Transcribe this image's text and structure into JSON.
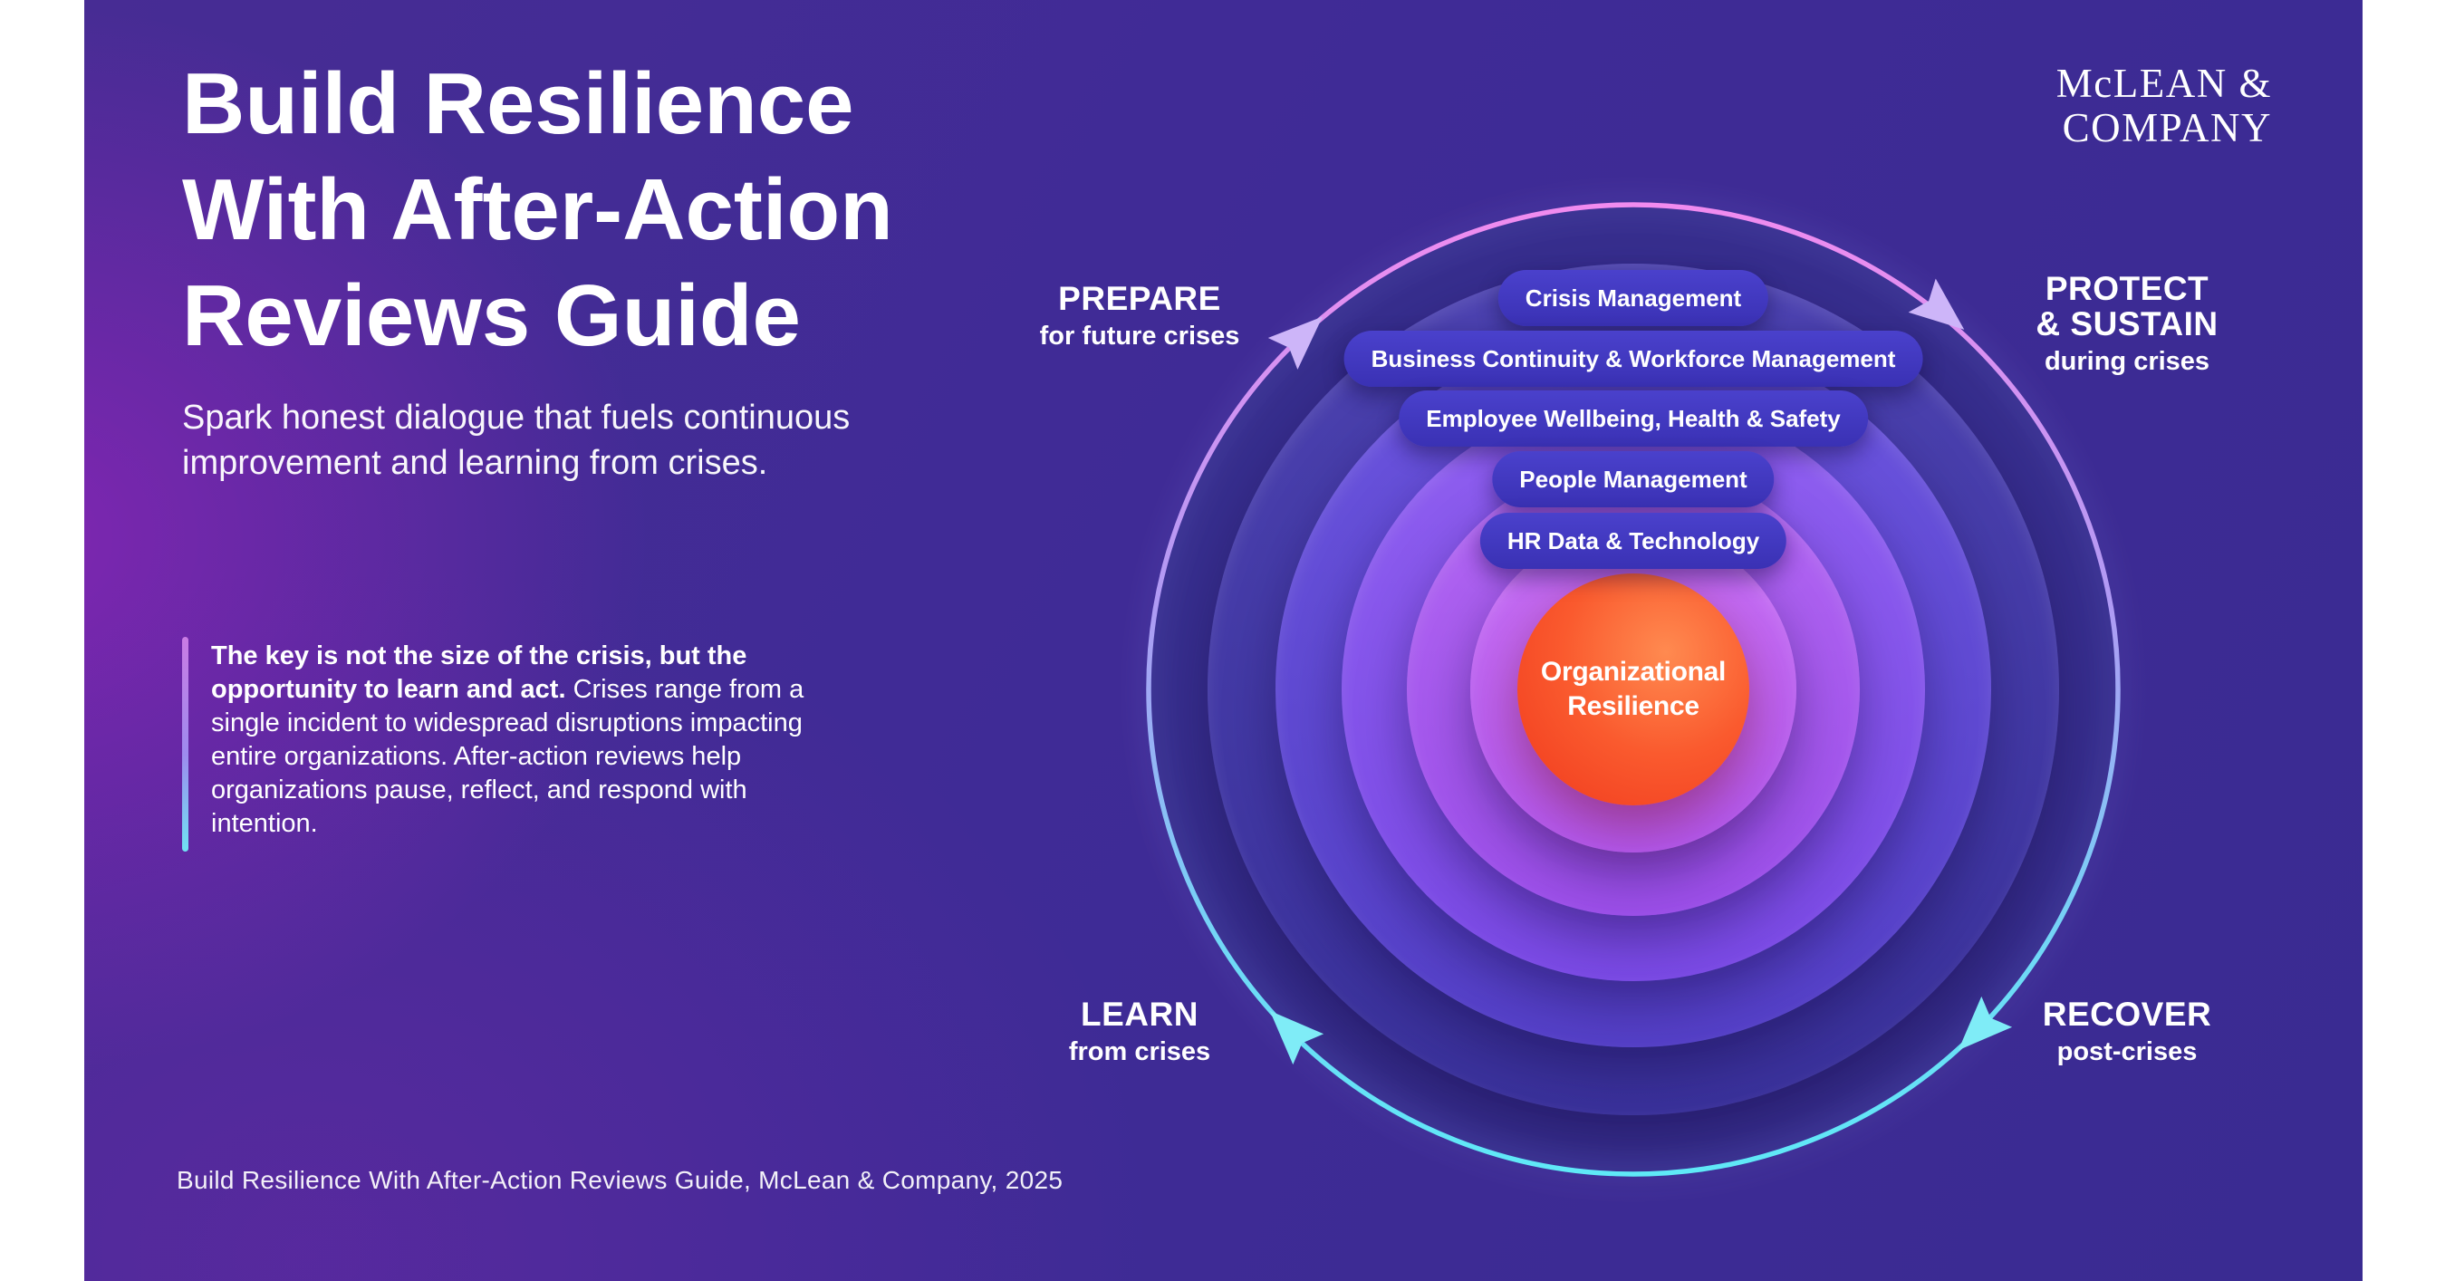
{
  "header": {
    "title_lines": [
      "Build Resilience",
      "With After-Action",
      "Reviews Guide"
    ],
    "subtitle": "Spark honest dialogue that fuels continuous improvement and learning from crises."
  },
  "logo": {
    "line1": "McLEAN &",
    "line2": "COMPANY"
  },
  "callout": {
    "bold": "The key is not the size of the crisis, but the opportunity to learn and act.",
    "rest": " Crises range from a single incident to widespread disruptions impacting entire organizations. After-action reviews help organizations pause, reflect, and respond with intention."
  },
  "footer": {
    "text": "Build Resilience With After-Action Reviews Guide, McLean & Company, 2025"
  },
  "diagram": {
    "stages": {
      "prepare": {
        "label": "PREPARE",
        "sublabel": "for future crises"
      },
      "protect": {
        "label_line1": "PROTECT",
        "label_line2": "& SUSTAIN",
        "sublabel": "during crises"
      },
      "recover": {
        "label": "RECOVER",
        "sublabel": "post-crises"
      },
      "learn": {
        "label": "LEARN",
        "sublabel": "from crises"
      }
    },
    "rings": [
      "Crisis Management",
      "Business Continuity & Workforce Management",
      "Employee Wellbeing, Health & Safety",
      "People Management",
      "HR Data & Technology"
    ],
    "center_lines": [
      "Organizational",
      "Resilience"
    ],
    "colors": {
      "background": "#3D2B92",
      "background_glow": "#A822C4",
      "ring_gradient_top": "#F18BEF",
      "ring_gradient_mid": "#AE9BF4",
      "ring_gradient_bottom": "#5FE9F7",
      "arrow_top": "#CDB5F9",
      "arrow_bottom": "#7FECF7",
      "pill": "#3E35BE",
      "circle_outer": "#433AA4",
      "circle_2": "#6049D4",
      "circle_3": "#8552EC",
      "circle_4": "#A75AF0",
      "circle_5": "#BE62F2",
      "center_orange_light": "#FF8A50",
      "center_orange_dark": "#F0391D"
    }
  }
}
